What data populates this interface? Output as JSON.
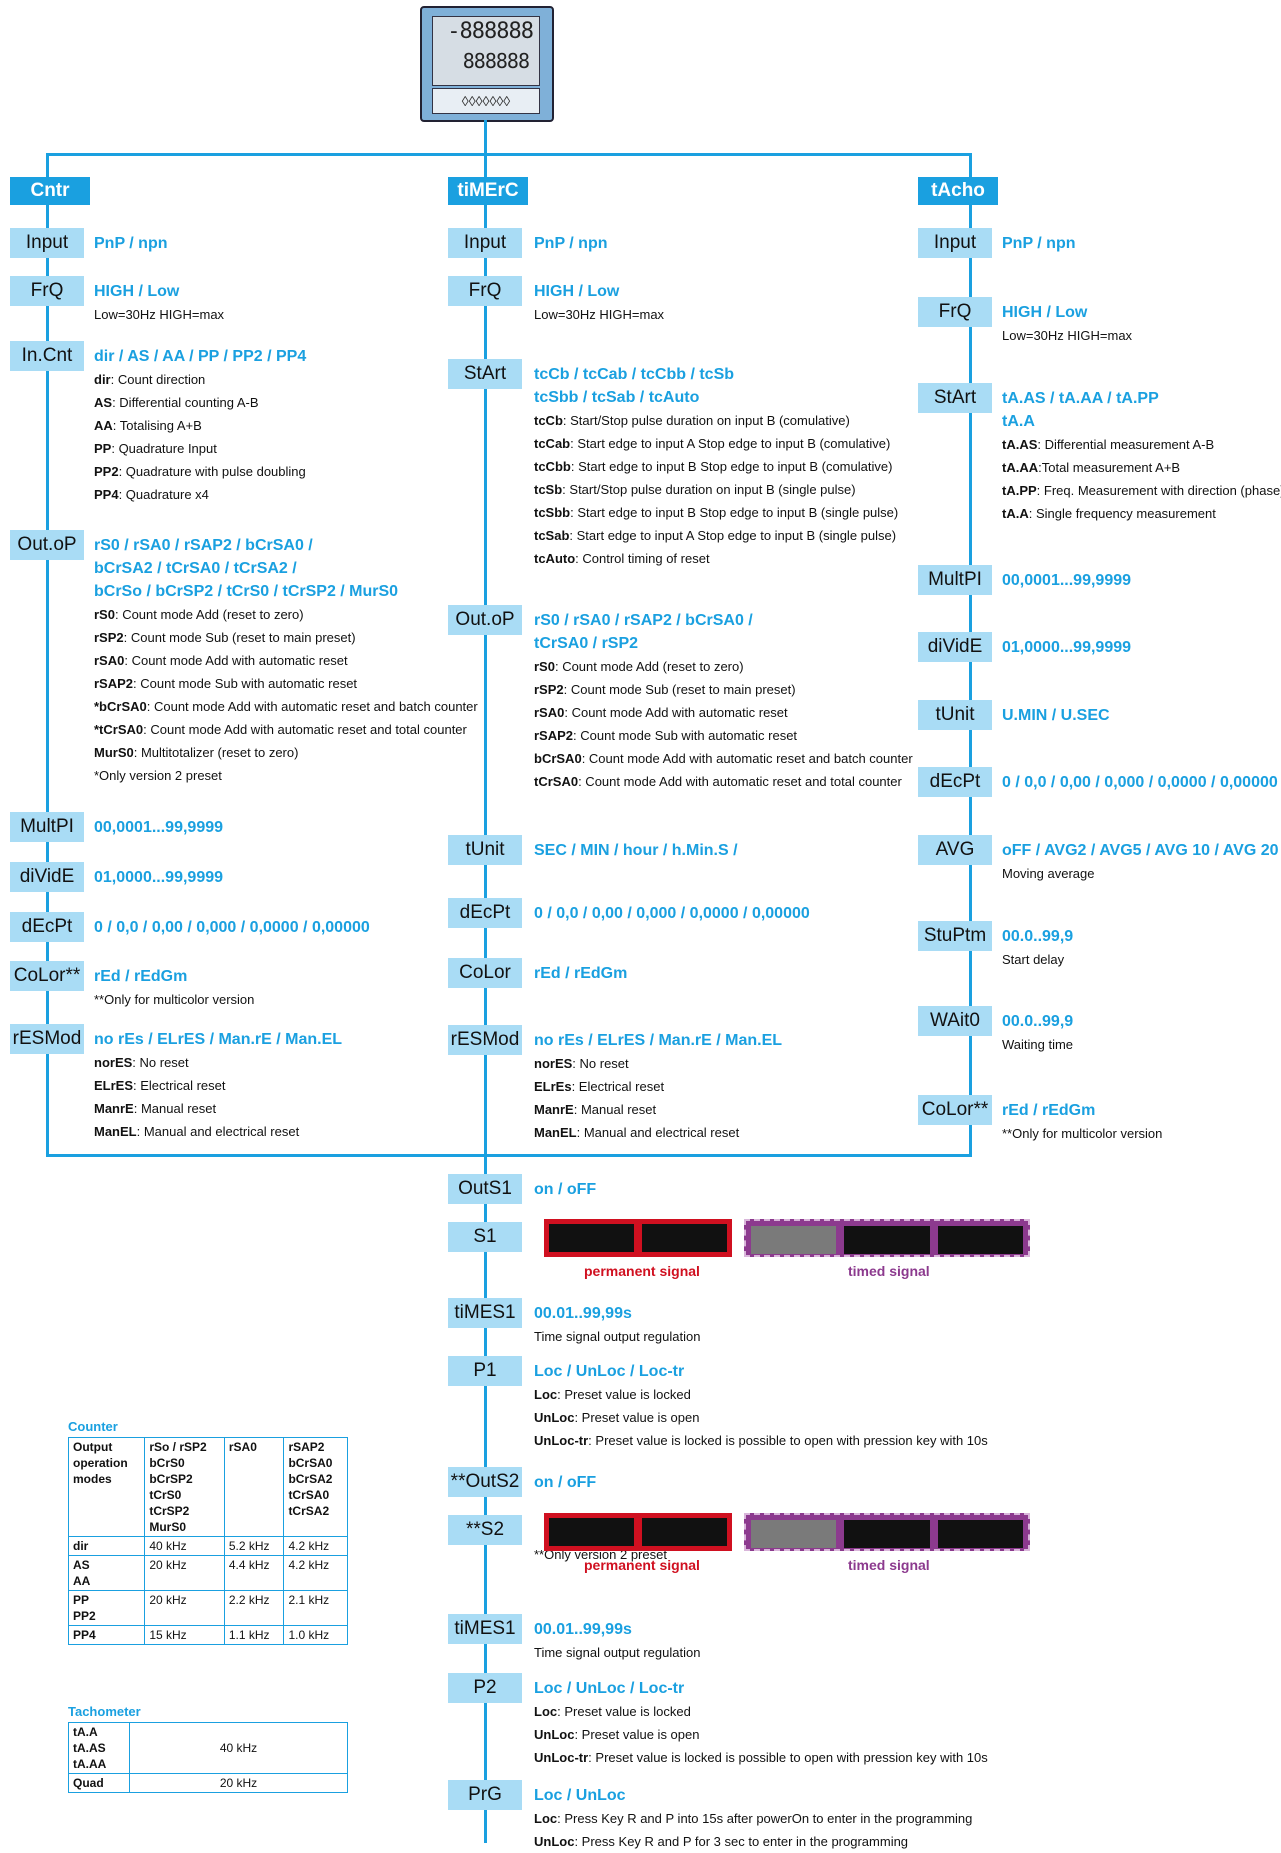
{
  "device": {
    "display_top": "-888888",
    "display_bottom": "888888",
    "keys": "◊◊◊◊◊◊◊"
  },
  "columns": {
    "cntr": {
      "header": "Cntr",
      "rows": [
        {
          "label": "Input",
          "options": "PnP / npn",
          "notes": []
        },
        {
          "label": "FrQ",
          "options": "HIGH / Low",
          "notes": [
            {
              "k": "",
              "v": "Low=30Hz HIGH=max"
            }
          ]
        },
        {
          "label": "In.Cnt",
          "options": "dir / AS / AA / PP / PP2 / PP4",
          "notes": [
            {
              "k": "dir",
              "v": ": Count direction"
            },
            {
              "k": "AS",
              "v": ": Differential counting A-B"
            },
            {
              "k": "AA",
              "v": ": Totalising A+B"
            },
            {
              "k": "PP",
              "v": ": Quadrature Input"
            },
            {
              "k": "PP2",
              "v": ": Quadrature with pulse doubling"
            },
            {
              "k": "PP4",
              "v": ": Quadrature x4"
            }
          ]
        },
        {
          "label": "Out.oP",
          "options": "rS0 / rSA0 / rSAP2 / bCrSA0 /\nbCrSA2 / tCrSA0 / tCrSA2 /\nbCrSo / bCrSP2 / tCrS0 / tCrSP2 / MurS0",
          "notes": [
            {
              "k": "rS0",
              "v": ": Count mode Add (reset to zero)"
            },
            {
              "k": "rSP2",
              "v": ": Count mode Sub (reset to main preset)"
            },
            {
              "k": "rSA0",
              "v": ": Count mode Add with automatic reset"
            },
            {
              "k": "rSAP2",
              "v": ": Count mode Sub with automatic reset"
            },
            {
              "k": "*bCrSA0",
              "v": ": Count mode Add with automatic reset and batch counter"
            },
            {
              "k": "*tCrSA0",
              "v": ": Count mode Add with automatic reset and total counter"
            },
            {
              "k": "MurS0",
              "v": ": Multitotalizer (reset to zero)"
            },
            {
              "k": "",
              "v": "*Only version 2 preset"
            }
          ]
        },
        {
          "label": "MultPI",
          "options": "00,0001...99,9999",
          "notes": []
        },
        {
          "label": "diVidE",
          "options": "01,0000...99,9999",
          "notes": []
        },
        {
          "label": "dEcPt",
          "options": "0 / 0,0 / 0,00 / 0,000 / 0,0000 / 0,00000",
          "notes": []
        },
        {
          "label": "CoLor**",
          "options": "rEd / rEdGm",
          "notes": [
            {
              "k": "",
              "v": "**Only for multicolor version"
            }
          ]
        },
        {
          "label": "rESMod",
          "options": "no rEs / ELrES / Man.rE / Man.EL",
          "notes": [
            {
              "k": "norES",
              "v": ": No reset"
            },
            {
              "k": "ELrES",
              "v": ": Electrical reset"
            },
            {
              "k": "ManrE",
              "v": ": Manual reset"
            },
            {
              "k": "ManEL",
              "v": ": Manual and electrical reset"
            }
          ]
        }
      ]
    },
    "timer": {
      "header": "tiMErC",
      "rows": [
        {
          "label": "Input",
          "options": "PnP / npn",
          "notes": []
        },
        {
          "label": "FrQ",
          "options": "HIGH / Low",
          "notes": [
            {
              "k": "",
              "v": "Low=30Hz HIGH=max"
            }
          ]
        },
        {
          "label": "StArt",
          "options": "tcCb / tcCab / tcCbb / tcSb\ntcSbb / tcSab / tcAuto",
          "notes": [
            {
              "k": "tcCb",
              "v": ": Start/Stop pulse duration on input B (comulative)"
            },
            {
              "k": "tcCab",
              "v": ": Start edge to input A Stop edge to input B (comulative)"
            },
            {
              "k": "tcCbb",
              "v": ": Start edge to input B Stop edge to input B (comulative)"
            },
            {
              "k": "tcSb",
              "v": ": Start/Stop pulse duration on input B (single pulse)"
            },
            {
              "k": "tcSbb",
              "v": ": Start edge to input B Stop edge to input B (single pulse)"
            },
            {
              "k": "tcSab",
              "v": ": Start edge to input A Stop edge to input B (single pulse)"
            },
            {
              "k": "tcAuto",
              "v": ": Control timing of reset"
            }
          ]
        },
        {
          "label": "Out.oP",
          "options": "rS0 / rSA0 / rSAP2 / bCrSA0 /\ntCrSA0 / rSP2",
          "notes": [
            {
              "k": "rS0",
              "v": ": Count mode Add (reset to zero)"
            },
            {
              "k": "rSP2",
              "v": ": Count mode Sub (reset to main preset)"
            },
            {
              "k": "rSA0",
              "v": ": Count mode Add with automatic reset"
            },
            {
              "k": "rSAP2",
              "v": ": Count mode Sub with automatic reset"
            },
            {
              "k": "bCrSA0",
              "v": ": Count mode Add with automatic reset and batch counter"
            },
            {
              "k": "tCrSA0",
              "v": ": Count mode Add with automatic reset and total counter"
            }
          ]
        },
        {
          "label": "tUnit",
          "options": "SEC / MIN / hour / h.Min.S /",
          "notes": []
        },
        {
          "label": "dEcPt",
          "options": "0 / 0,0 / 0,00 / 0,000 / 0,0000 / 0,00000",
          "notes": []
        },
        {
          "label": "CoLor",
          "options": "rEd / rEdGm",
          "notes": []
        },
        {
          "label": "rESMod",
          "options": "no rEs / ELrES / Man.rE / Man.EL",
          "notes": [
            {
              "k": "norES",
              "v": ": No reset"
            },
            {
              "k": "ELrEs",
              "v": ": Electrical reset"
            },
            {
              "k": "ManrE",
              "v": ": Manual reset"
            },
            {
              "k": "ManEL",
              "v": ": Manual and electrical reset"
            }
          ]
        }
      ]
    },
    "tacho": {
      "header": "tAcho",
      "rows": [
        {
          "label": "Input",
          "options": "PnP / npn",
          "notes": []
        },
        {
          "label": "FrQ",
          "options": "HIGH / Low",
          "notes": [
            {
              "k": "",
              "v": "Low=30Hz HIGH=max"
            }
          ]
        },
        {
          "label": "StArt",
          "options": "tA.AS / tA.AA / tA.PP\ntA.A",
          "notes": [
            {
              "k": "tA.AS",
              "v": ": Differential measurement A-B"
            },
            {
              "k": "tA.AA",
              "v": ":Total measurement A+B"
            },
            {
              "k": "tA.PP",
              "v": ": Freq. Measurement with direction (phase)"
            },
            {
              "k": "tA.A",
              "v": ": Single frequency measurement"
            }
          ]
        },
        {
          "label": "MultPI",
          "options": "00,0001...99,9999",
          "notes": []
        },
        {
          "label": "diVidE",
          "options": "01,0000...99,9999",
          "notes": []
        },
        {
          "label": "tUnit",
          "options": "U.MIN / U.SEC",
          "notes": []
        },
        {
          "label": "dEcPt",
          "options": "0 / 0,0 / 0,00 / 0,000 / 0,0000 / 0,00000",
          "notes": []
        },
        {
          "label": "AVG",
          "options": "oFF / AVG2 / AVG5 / AVG 10 / AVG 20",
          "notes": [
            {
              "k": "",
              "v": "Moving average"
            }
          ]
        },
        {
          "label": "StuPtm",
          "options": "00.0..99,9",
          "notes": [
            {
              "k": "",
              "v": "Start delay"
            }
          ]
        },
        {
          "label": "WAit0",
          "options": "00.0..99,9",
          "notes": [
            {
              "k": "",
              "v": "Waiting time"
            }
          ]
        },
        {
          "label": "CoLor**",
          "options": "rEd / rEdGm",
          "notes": [
            {
              "k": "",
              "v": "**Only for multicolor version"
            }
          ]
        }
      ]
    }
  },
  "common": [
    {
      "label": "OutS1",
      "options": "on / oFF",
      "notes": []
    },
    {
      "label": "S1",
      "options": "",
      "notes": []
    },
    {
      "label": "tiMES1",
      "options": "00.01..99,99s",
      "notes": [
        {
          "k": "",
          "v": "Time signal output regulation"
        }
      ]
    },
    {
      "label": "P1",
      "options": "Loc / UnLoc /  Loc-tr",
      "notes": [
        {
          "k": "Loc",
          "v": ": Preset value is locked"
        },
        {
          "k": "UnLoc",
          "v": ": Preset value is open"
        },
        {
          "k": "UnLoc-tr",
          "v": ": Preset value is locked  is possible to open with pression key with 10s"
        }
      ]
    },
    {
      "label": "**OutS2",
      "options": "on / oFF",
      "notes": []
    },
    {
      "label": "**S2",
      "options": "",
      "notes": [
        {
          "k": "",
          "v": "**Only version 2 preset"
        }
      ]
    },
    {
      "label": "tiMES1",
      "options": "00.01..99,99s",
      "notes": [
        {
          "k": "",
          "v": "Time signal output regulation"
        }
      ]
    },
    {
      "label": "P2",
      "options": "Loc / UnLoc /  Loc-tr",
      "notes": [
        {
          "k": "Loc",
          "v": ": Preset value is locked"
        },
        {
          "k": "UnLoc",
          "v": ": Preset value is open"
        },
        {
          "k": "UnLoc-tr",
          "v": ": Preset value is locked  is possible to open with pression key with 10s"
        }
      ]
    },
    {
      "label": "PrG",
      "options": "Loc / UnLoc",
      "notes": [
        {
          "k": "Loc",
          "v": ": Press Key R and P into 15s after powerOn to enter in the programming"
        },
        {
          "k": "UnLoc",
          "v": ": Press Key R and P for 3 sec to enter in the programming"
        }
      ]
    }
  ],
  "signals": {
    "permanent": "permanent signal",
    "timed": "timed signal"
  },
  "counter_table": {
    "title": "Counter",
    "header": [
      "Output\noperation\nmodes",
      "rSo / rSP2\nbCrS0\nbCrSP2\ntCrS0\ntCrSP2\nMurS0",
      "rSA0",
      "rSAP2\nbCrSA0\nbCrSA2\ntCrSA0\ntCrSA2"
    ],
    "rows": [
      [
        "dir",
        "40 kHz",
        "5.2 kHz",
        "4.2 kHz"
      ],
      [
        "AS\nAA",
        "20 kHz",
        "4.4 kHz",
        "4.2 kHz"
      ],
      [
        "PP\nPP2",
        "20 kHz",
        "2.2 kHz",
        "2.1 kHz"
      ],
      [
        "PP4",
        "15 kHz",
        "1.1 kHz",
        "1.0 kHz"
      ]
    ]
  },
  "tacho_table": {
    "title": "Tachometer",
    "rows": [
      [
        "tA.A\ntA.AS\ntA.AA",
        "40 kHz"
      ],
      [
        "Quad",
        "20 kHz"
      ]
    ]
  }
}
